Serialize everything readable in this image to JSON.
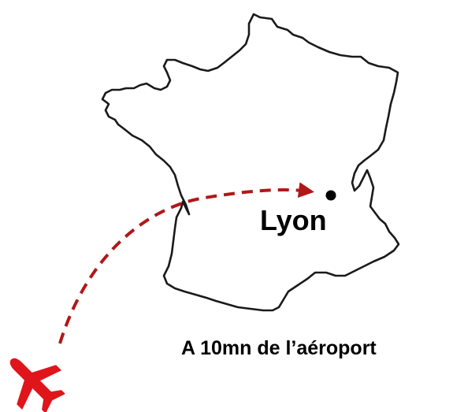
{
  "map": {
    "country": "France",
    "city_label": "Lyon",
    "caption": "A 10mn de l’aéroport"
  },
  "colors": {
    "outline": "#1a1a1a",
    "route": "#b01818",
    "plane": "#e0141b",
    "city_dot": "#000000"
  },
  "icons": {
    "plane": "airplane-icon",
    "city_marker": "city-dot-icon"
  }
}
